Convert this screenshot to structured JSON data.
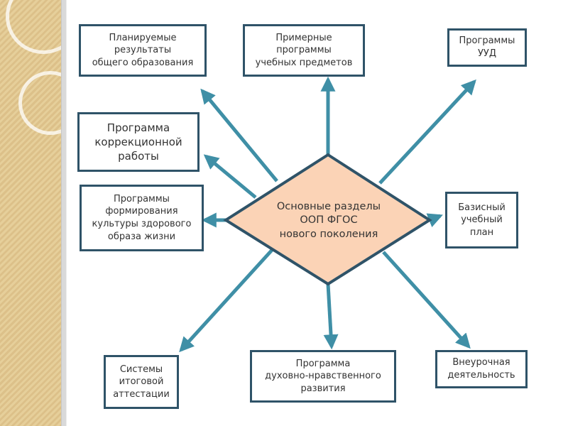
{
  "center": {
    "label": "Основные разделы\nООП ФГОС\nнового поколения",
    "fill": "#fbd3b6",
    "stroke": "#2f5368"
  },
  "colors": {
    "arrow": "#3f8fa6",
    "box_border": "#2f5368"
  },
  "boxes": {
    "planned_results": "Планируемые\nрезультаты\nобщего образования",
    "sample_programs": "Примерные\nпрограммы\nучебных предметов",
    "uud_programs": "Программы\nУУД",
    "correction_program": "Программа\nкоррекционной\nработы",
    "health_culture": "Программы\nформирования\nкультуры здорового\nобраза жизни",
    "basic_plan": "Базисный\nучебный\nплан",
    "final_attestation": "Системы\nитоговой\nаттестации",
    "spiritual_moral": "Программа\nдуховно-нравственного\nразвития",
    "extracurricular": "Внеурочная\nдеятельность"
  }
}
